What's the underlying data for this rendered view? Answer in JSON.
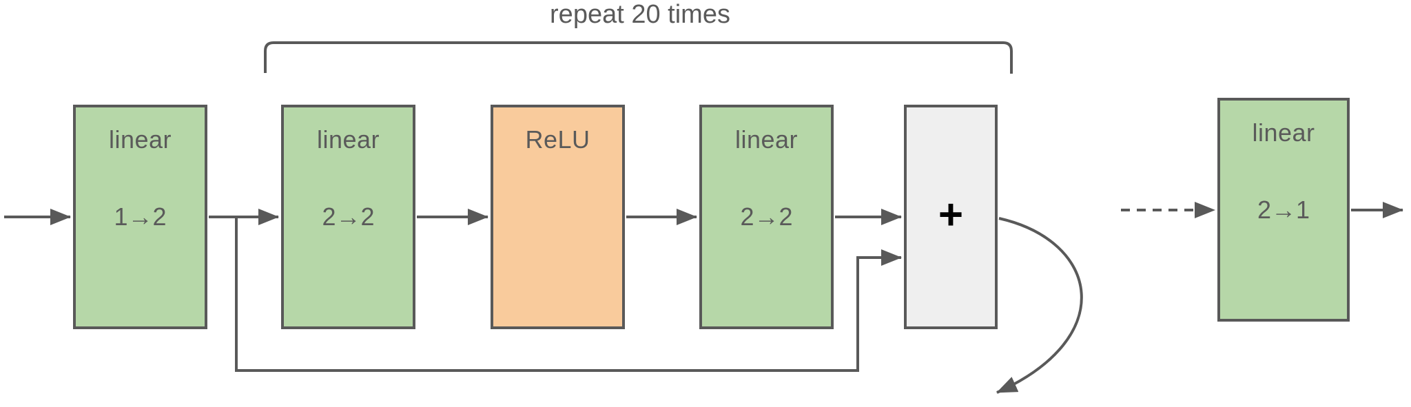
{
  "repeat_label": "repeat 20 times",
  "boxes": [
    {
      "label": "linear",
      "dims": "1→2"
    },
    {
      "label": "linear",
      "dims": "2→2"
    },
    {
      "label": "ReLU"
    },
    {
      "label": "linear",
      "dims": "2→2"
    },
    {
      "label": "+"
    },
    {
      "label": "linear",
      "dims": "2→1"
    }
  ],
  "colors": {
    "linear_fill": "#b6d7a8",
    "relu_fill": "#f9cb9c",
    "sum_fill": "#efefef",
    "stroke": "#595959",
    "text": "#5a5a5a",
    "plus_sign": "#000000"
  }
}
